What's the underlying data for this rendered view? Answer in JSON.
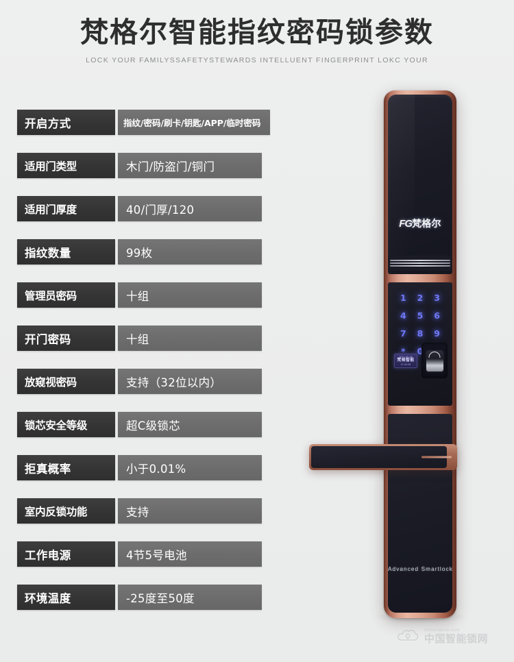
{
  "header": {
    "title": "梵格尔智能指纹密码锁参数",
    "subtitle": "LOCK YOUR FAMILYSSAFETYSTEWARDS INTELLUENT FINGERPRINT LOKC YOUR"
  },
  "colors": {
    "background": "#eceded",
    "label_block": "#343434",
    "value_block": "#6c6c6c",
    "label_text": "#ffffff",
    "value_text": "#ffffff",
    "title_text": "#2e2e2e",
    "subtitle_text": "#8d8d8d",
    "lock_frame_rose_gold": "#c98a74",
    "lock_panel_dark": "#1a1b25",
    "keypad_glow_blue": "#6f79f2"
  },
  "spec_table": {
    "rows": [
      {
        "label": "开启方式",
        "value": "指纹/密码/刷卡/钥匙/APP/临时密码"
      },
      {
        "label": "适用门类型",
        "value": "木门/防盗门/铜门"
      },
      {
        "label": "适用门厚度",
        "value": "40/门厚/120"
      },
      {
        "label": "指纹数量",
        "value": "99枚"
      },
      {
        "label": "管理员密码",
        "value": "十组"
      },
      {
        "label": "开门密码",
        "value": "十组"
      },
      {
        "label": "放窥视密码",
        "value": "支持（32位以内）"
      },
      {
        "label": "锁芯安全等级",
        "value": "超C级锁芯"
      },
      {
        "label": "拒真概率",
        "value": "小于0.01%"
      },
      {
        "label": "室内反锁功能",
        "value": "支持"
      },
      {
        "label": "工作电源",
        "value": "4节5号电池"
      },
      {
        "label": "环境温度",
        "value": "-25度至50度"
      }
    ]
  },
  "product": {
    "brand_mark": "FG",
    "brand_name": "梵格尔",
    "bottom_text": "Advanced  Smartlock",
    "keypad_keys": [
      "1",
      "2",
      "3",
      "4",
      "5",
      "6",
      "7",
      "8",
      "9",
      "*",
      "0",
      "#"
    ],
    "lcd": {
      "line_top": "2021-08-06",
      "line_mid": "梵格智能",
      "line_bot": "12:46:08"
    }
  },
  "watermark": {
    "english": "zhinengsuo.com",
    "chinese": "中国智能锁网"
  }
}
